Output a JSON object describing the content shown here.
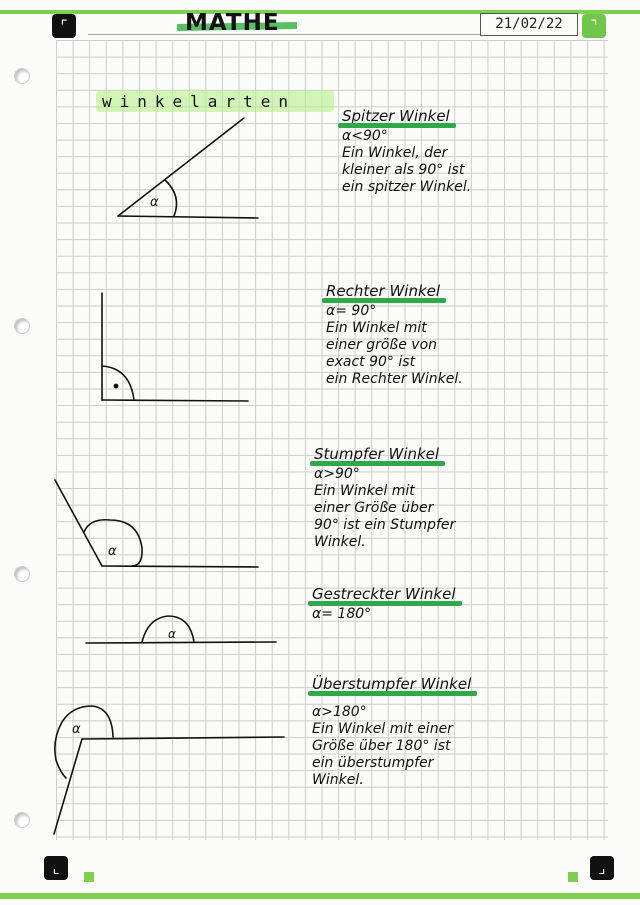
{
  "header": {
    "subject": "MATHE",
    "date": "21/02/22"
  },
  "title": "winkelarten",
  "notes": [
    {
      "heading": "Spitzer Winkel",
      "lines": [
        "α<90°",
        "Ein Winkel, der",
        "kleiner als 90° ist",
        "ein spitzer Winkel."
      ]
    },
    {
      "heading": "Rechter Winkel",
      "lines": [
        "α= 90°",
        "Ein Winkel mit",
        "einer größe von",
        "exact 90° ist",
        "ein Rechter Winkel."
      ]
    },
    {
      "heading": "Stumpfer Winkel",
      "lines": [
        "α>90°",
        "Ein Winkel mit",
        "einer Größe über",
        "90° ist ein Stumpfer",
        "Winkel."
      ]
    },
    {
      "heading": "Gestreckter Winkel",
      "lines": [
        "α= 180°"
      ]
    },
    {
      "heading": "Überstumpfer Winkel",
      "lines": [
        "α>180°",
        "Ein Winkel mit einer",
        "Größe über 180° ist",
        "ein überstumpfer",
        "Winkel."
      ]
    }
  ],
  "figures": {
    "angle_symbol": "α"
  },
  "icons": {
    "corner_top_left": "corner-bracket-icon",
    "corner_top_right": "corner-bracket-icon",
    "corner_bottom_left": "corner-bracket-icon",
    "corner_bottom_right": "corner-bracket-icon"
  },
  "colors": {
    "accent_green": "#39b54a",
    "frame_green": "#7fd04e",
    "ink": "#111111"
  }
}
